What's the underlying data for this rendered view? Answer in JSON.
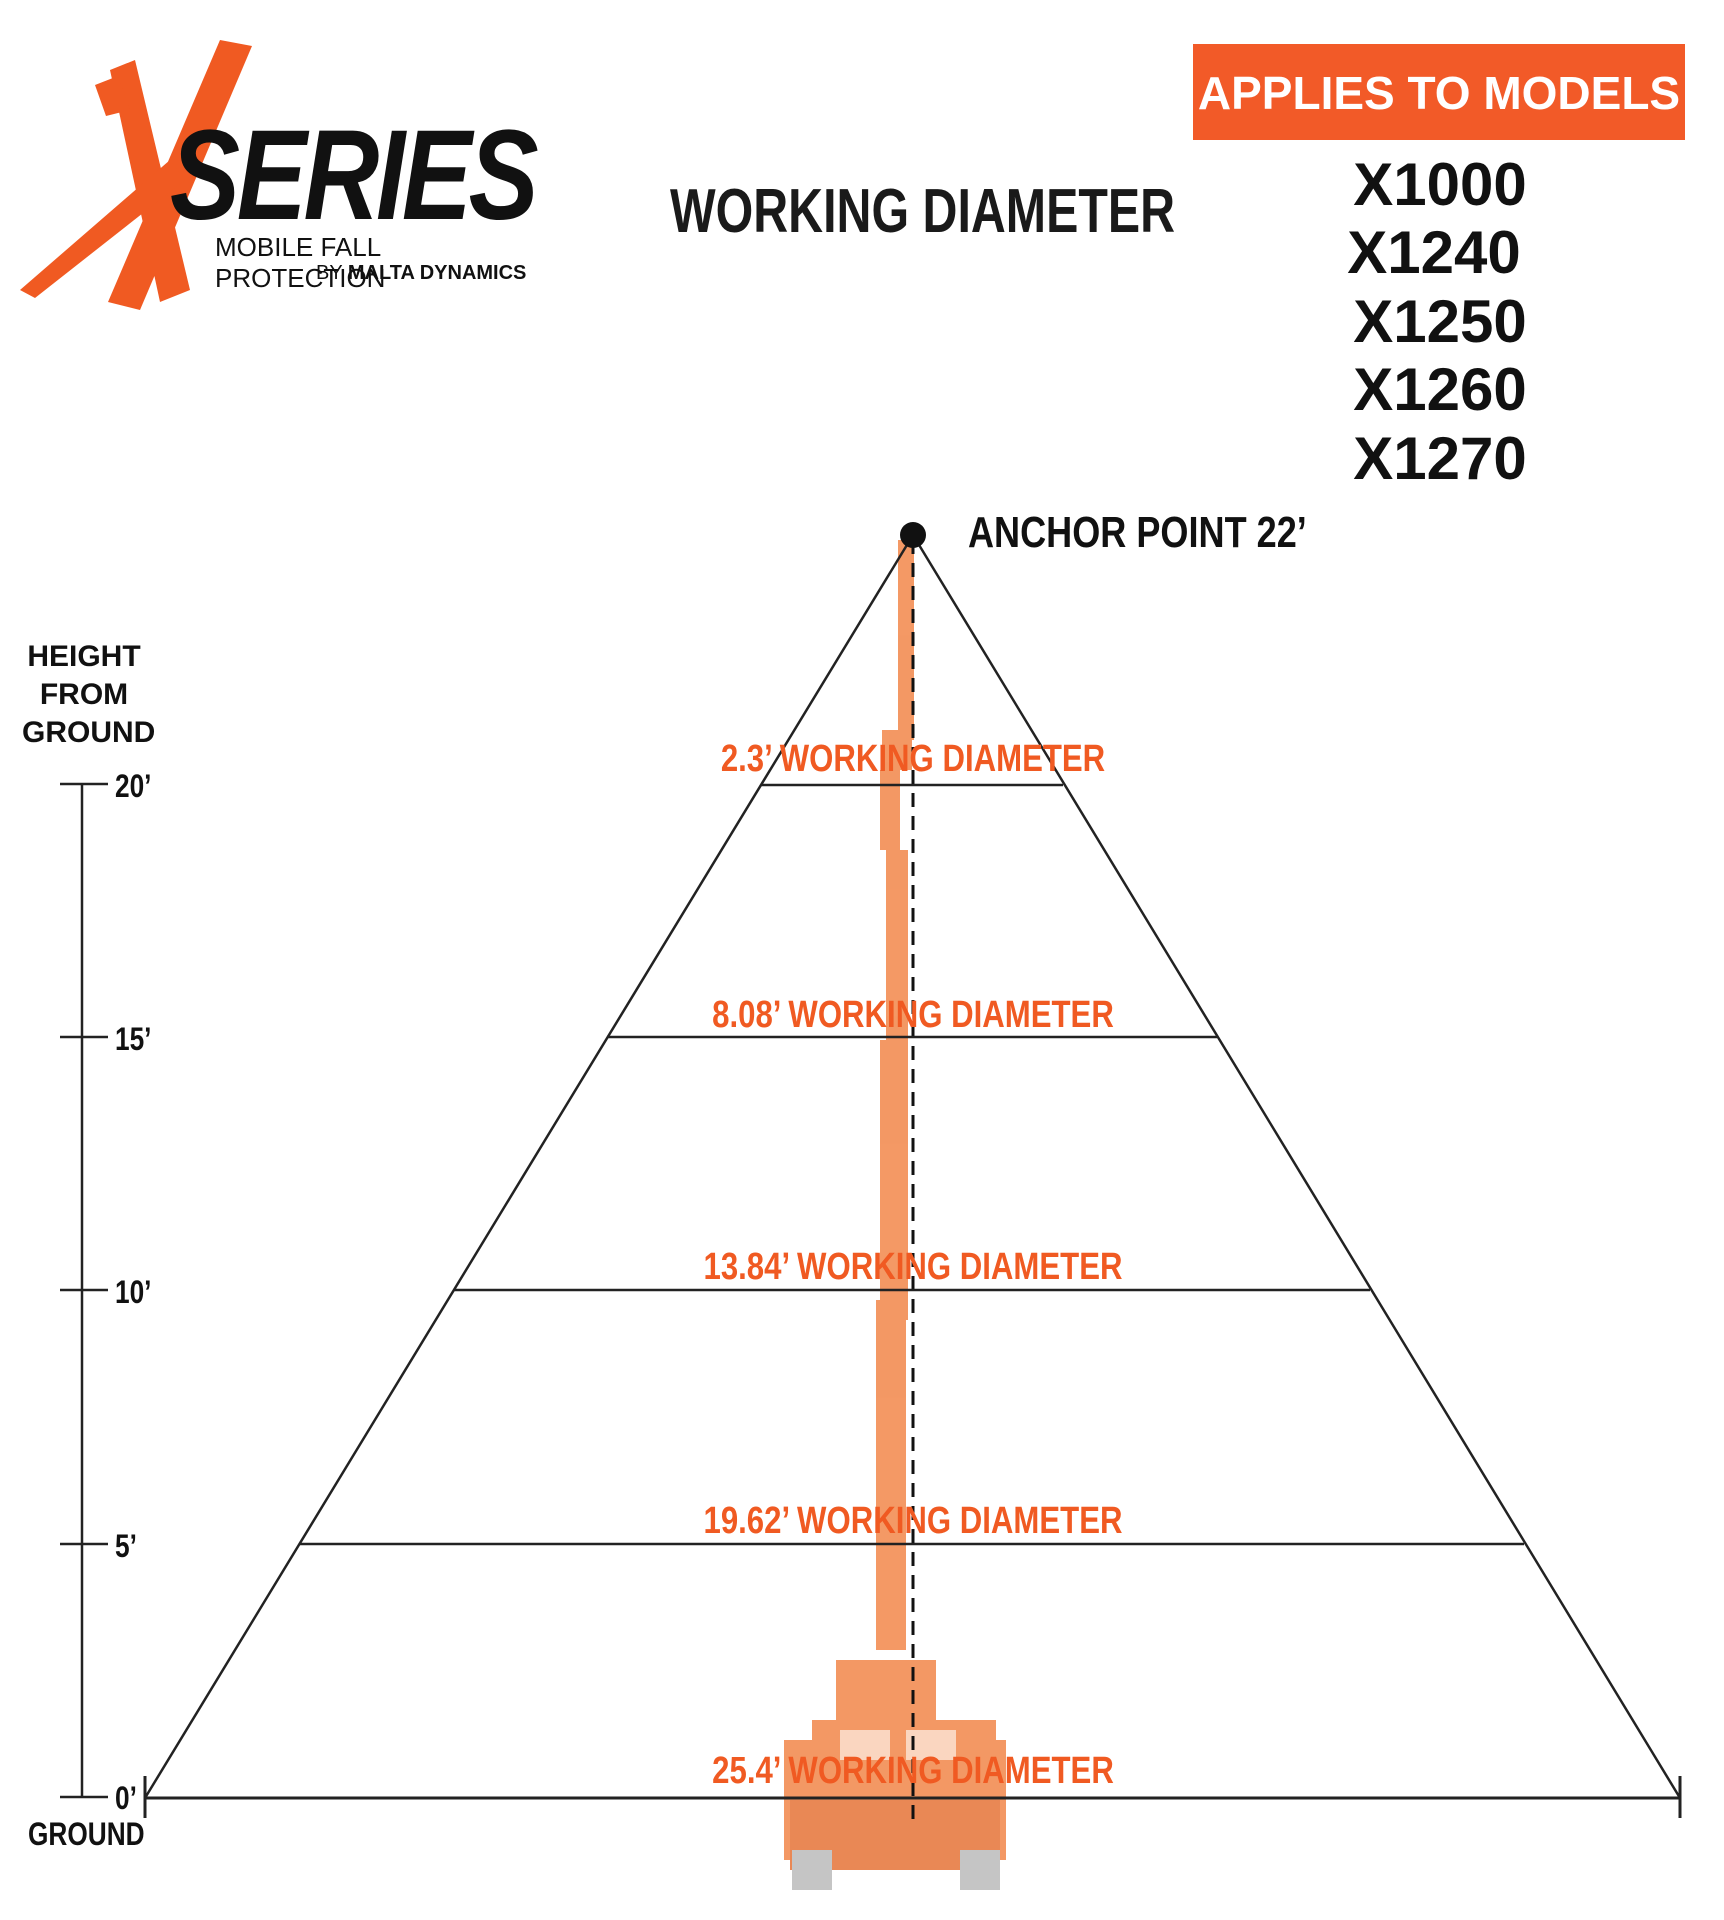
{
  "logo": {
    "brand": "SERIES",
    "brand_mark": "X",
    "tagline": "MOBILE FALL PROTECTION",
    "byline_prefix": "BY",
    "byline_company": "MALTA DYNAMICS"
  },
  "title": "WORKING DIAMETER",
  "models": {
    "banner": "APPLIES TO MODELS",
    "list": [
      "X1000",
      "X1240",
      "X1250",
      "X1260",
      "X1270"
    ]
  },
  "anchor": {
    "label": "ANCHOR POINT 22’",
    "height_ft": 22
  },
  "axis": {
    "title_lines": [
      "HEIGHT",
      "FROM",
      "GROUND"
    ],
    "ticks": [
      "20’",
      "15’",
      "10’",
      "5’",
      "0’"
    ],
    "ground": "GROUND"
  },
  "levels": [
    {
      "height_ft": 20,
      "label": "2.3’ WORKING DIAMETER"
    },
    {
      "height_ft": 15,
      "label": "8.08’ WORKING DIAMETER"
    },
    {
      "height_ft": 10,
      "label": "13.84’ WORKING DIAMETER"
    },
    {
      "height_ft": 5,
      "label": "19.62’ WORKING DIAMETER"
    },
    {
      "height_ft": 0,
      "label": "25.4’ WORKING DIAMETER"
    }
  ],
  "colors": {
    "accent": "#f05a22",
    "text": "#111111",
    "crane": "#f2874a"
  }
}
